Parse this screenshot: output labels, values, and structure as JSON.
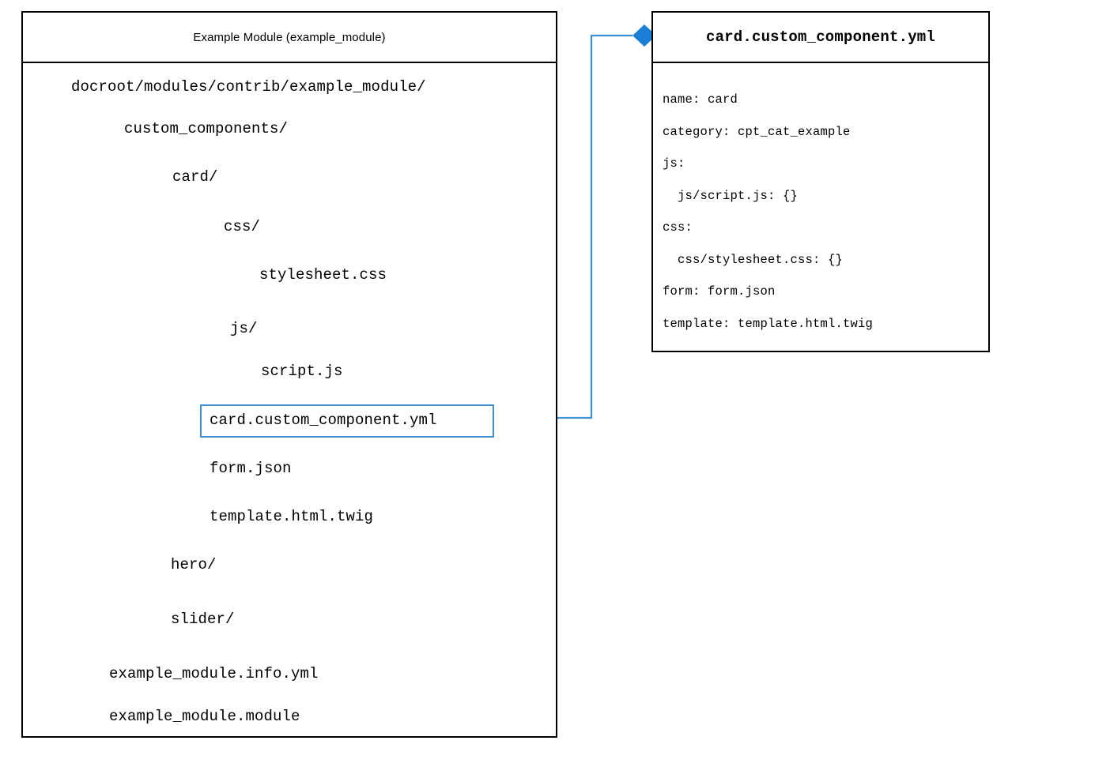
{
  "diagram": {
    "type": "file-tree-diagram",
    "accent_color": "#1a7fd4",
    "folder_color": "#4a4a4a",
    "highlight_border_color": "#3d8fd4",
    "box_border_color": "#000000"
  },
  "module_box": {
    "title": "Example Module (example_module)",
    "tree": [
      {
        "id": "root",
        "label": "docroot/modules/contrib/example_module/",
        "icon": "folder-open-icon",
        "depth": 0,
        "has_arrow": false
      },
      {
        "id": "custom_components",
        "label": "custom_components/",
        "icon": "folder-open-icon",
        "depth": 1,
        "has_arrow": true
      },
      {
        "id": "card",
        "label": "card/",
        "icon": "folder-closed-icon",
        "depth": 2,
        "has_arrow": true
      },
      {
        "id": "css",
        "label": "css/",
        "icon": "folder-open-icon",
        "depth": 3,
        "has_arrow": true
      },
      {
        "id": "stylesheet-css",
        "label": "stylesheet.css",
        "icon": "file-icon",
        "depth": 4,
        "has_arrow": true
      },
      {
        "id": "js",
        "label": "js/",
        "icon": "folder-open-icon",
        "depth": 3,
        "has_arrow": true
      },
      {
        "id": "script-js",
        "label": "script.js",
        "icon": "file-icon",
        "depth": 4,
        "has_arrow": false
      },
      {
        "id": "card-yml",
        "label": "card.custom_component.yml",
        "icon": "file-icon",
        "depth": 3,
        "has_arrow": true,
        "highlighted": true
      },
      {
        "id": "form-json",
        "label": "form.json",
        "icon": "file-icon",
        "depth": 3,
        "has_arrow": true
      },
      {
        "id": "template-twig",
        "label": "template.html.twig",
        "icon": "file-icon",
        "depth": 3,
        "has_arrow": true
      },
      {
        "id": "hero",
        "label": "hero/",
        "icon": "folder-closed-icon",
        "depth": 2,
        "has_arrow": true
      },
      {
        "id": "slider",
        "label": "slider/",
        "icon": "folder-closed-icon",
        "depth": 2,
        "has_arrow": true
      },
      {
        "id": "info-yml",
        "label": "example_module.info.yml",
        "icon": "file-icon",
        "depth": 1,
        "has_arrow": true
      },
      {
        "id": "module-file",
        "label": "example_module.module",
        "icon": "file-icon",
        "depth": 1,
        "has_arrow": true
      }
    ]
  },
  "detail_panel": {
    "title": "card.custom_component.yml",
    "lines": [
      "name: card",
      "category: cpt_cat_example",
      "js:",
      "  js/script.js: {}",
      "css:",
      "  css/stylesheet.css: {}",
      "form: form.json",
      "template: template.html.twig"
    ]
  },
  "connector": {
    "from": "card-yml",
    "to": "detail_panel",
    "marker": "diamond",
    "marker_color": "#1a7fd4",
    "line_color": "#3d8fd4"
  }
}
